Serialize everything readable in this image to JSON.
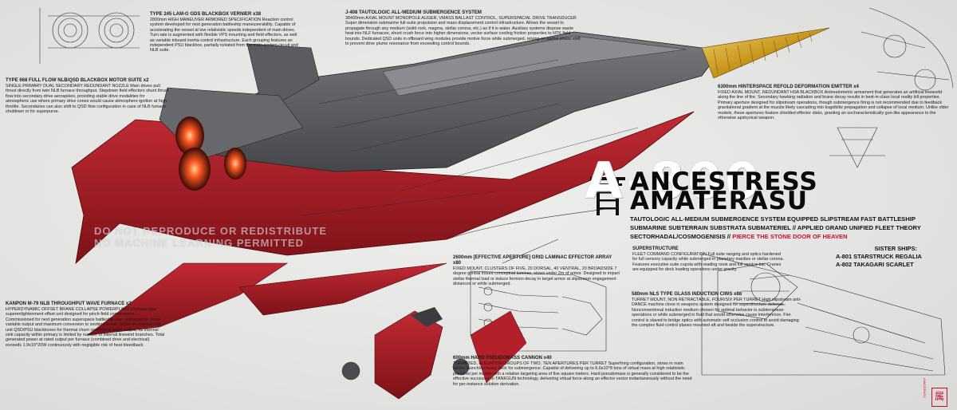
{
  "colors": {
    "hull_grey": "#5b5d61",
    "hull_red": "#b3202a",
    "accent_red": "#c8102e",
    "drill_gold": "#d4a521",
    "bg": "#e6e6e4"
  },
  "title": {
    "designation": "A-800",
    "name_line1": "ANCESTRESS",
    "name_line2": "AMATERASU"
  },
  "subtitle": {
    "line1": "TAUTOLOGIC ALL-MEDIUM SUBMERGENCE SYSTEM EQUIPPED SLIPSTREAM FAST BATTLESHIP",
    "line2": "SUBMARINE SUBTERRAIN SUBSTRATA SUBMATERIEL // APPLIED GRAND UNIFIED FLEET THEORY",
    "line3_prefix": "SECTORHADAL/COSMOGENISIS //",
    "line3_red": "PIERCE THE STONE DOOR OF HEAVEN"
  },
  "sister_ships": {
    "heading": "SISTER SHIPS:",
    "ship1": "A-801 STARSTRUCK REGALIA",
    "ship2": "A-802 TAKAGARI SCARLET"
  },
  "watermark": {
    "line1": "DO NOT REPRODUCE OR REDISTRIBUTE",
    "line2": "NO MACHINE LEARNING PERMITTED"
  },
  "seal": {
    "glyph": "属",
    "text": "AMATERASU"
  },
  "blocks": {
    "vernier": {
      "heading": "TYPE 245 LAM-G GDS BLACKBOX VERNIER x38",
      "body": "2800mm HIGH MANEUVER ARMORED SPECIFICATION Reaction control system developed for next generation battleship maneuverability. Capable of accelerating the vessel at low relativistic speeds independent of main drives. Turn rate is augmented with flexible VPS mounting and field effectors, as well as variable inboard inertia control infrastructure. Each grouping features an independent PSU blackbox, partially isolated from the main system circuit and NLB suite."
    },
    "submergence": {
      "heading": "J-408 TAUTOLOGIC ALL-MEDIUM SUBMERGENCE SYSTEM",
      "body": "38400mm AXIAL MOUNT MONOPOLE AUGER, VMASS BALLAST CONTROL, SUPERSPACIAL DRIVE TRANSDUCER Super dimension submarine full-suite propulsion and mass displacement control infrastructure. Allows the vessel to propagate through any medium (solid rock, magma, stellar corona, etc.) as if it is water. Auxiliary systems dispose waste heat into NLF furnaces, shunt crush force into higher dimensions, vector surface cooling friction properties to NTK field bounds. Dedicated QSD units in offboard wing modules provide motive force while submerged, relying on partial phase shift to prevent drive plume resonance from exceeding control bounds."
    },
    "motor": {
      "heading": "TYPE 668 FULL FLOW NLB/QSD BLACKBOX MOTOR SUITE x2",
      "body": "SINGLE PRIMARY DUAL SECONDARY REDUNDANT NOZZLE Main drives pull thrust directly from twin NLB furnace throughput. Stepdown field effectors shunt thrust flow into secondary drive aerospikes, providing stable drive modalities for atmospheric use where primary drive cones would cause atmosphere ignition at high throttle. Secondaries can also shift to QSD flow configuration in case of NLB furnace shutdown or for superpurse."
    },
    "emitter": {
      "heading": "6300mm HINTERSPACE REFOLD DEFORMATION EMITTER x4",
      "body": "FIXED AXIAL MOUNT, REDUNDANT HSA BLACKBOX Antirealometric armament that generates an artificial lineworld along the line of fire. Secondary hawking radiation and brane decay results in best-in-class local reality kill properties. Primary aperture designed for slipstream operations, though submergence firing is not recommended due to feedback gravitational gradient at the muzzle likely cascading into kugelblitz propagation and collapse of local medium. Unlike older models, these apertures feature shielded effector disks, granting an uncharacteristically gun-like appearance to the otherwise apshysical weapon."
    },
    "grid": {
      "heading": "2600mm [EFFECTIVE APERTURE] GRID LAMINAC EFFECTOR ARRAY x80",
      "body": "FIXED MOUNT, CLUSTERS OF FIVE, 20 DORSAL, 40 VENTRAL, 20 BROADSIDE 7 degree gimbal mount conceptual laminac, stows under 2m of armor. Designed to impart stellar thermal load or induce fermion decay in target armor at slipstream engagement distances or while submerged."
    },
    "superstructure": {
      "heading": "SUPERSTRUCTURE",
      "body": "FLEET COMMAND CONFIGURATION Full suite ranging and optics hardened for full sensory capacity while submerged in planetary mantles or stellar corona. Features executive suite cupola with reading nook and full service bar. Cranes are equipped for deck loading operations under gravity."
    },
    "furnace": {
      "heading": "KANPON M-79 NLB THROUGHPUT WAVE FURNACE x2",
      "body": "HYPERDYNAMIC OFFSET BRANE COLLAPSE POWERPLANT Orpheus-type superenlightenment offset unit designed for pinch-field compression. Commissioned for next generation superspace battleship use, optimized for finely variable output and maximum conversion to working thrust. Relies on internal sub-unit QSD/PSU blackboxes for thermal churn overflow at lower output, as thermal sink capacity within primary is limited by number of internal linewind branches. Total generated power at rated output per furnace (combined drive and electrical) exceeds 1.9x10^20W continuously with negligible risk of heat bleedback."
    },
    "ciws": {
      "heading": "580mm NLS TYPE GLASS INDUCTION CIWS x88",
      "body": "TURRET MOUNT, NON RETRACTABLE, FOUR/SIX PER TURRET High slipstream anti-DANCE machine close in weapons system designed for superstructure defense. Nonconventional induction medium chosen for optimal behavior in subterranean operations or while submerged in fluid that would otherwise cause interference. Fire control is slaved to bridge optics with automatic self occlusion control to avoid damaging the complex fluid control planes mounted aft and beside the superstructure."
    },
    "cannon": {
      "heading": "600mm HARD PSEUDOMASS CANNON x40",
      "body": "TURRETED, ELEVATION GROUPS OF TWO, TEN APERTURES PER TURRET Superfiring configuration, stows in main carrier launch/recovery deck for submergence. Capable of delivering up to 6.6x10^8 tons of virtual mass at high relativistic per turret per minute with a relative targeting area of five square meters. Hard pseudomass is generally considered to be the effective successor to TANKGUN technology, delivering virtual force along an effector vector instantaneously without the need for per-instance solution derivation."
    }
  }
}
